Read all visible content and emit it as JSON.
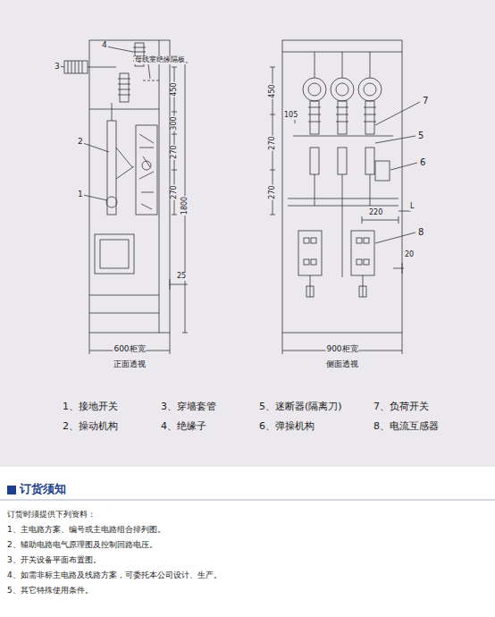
{
  "diagram": {
    "title": "订货须知",
    "labels": [
      "4",
      "3",
      "母线室绝缘隔板",
      "450",
      "2",
      "300",
      "270",
      "1",
      "270",
      "1800",
      "25",
      "600柜宽",
      "正面透视",
      "450",
      "105",
      "7",
      "5",
      "270",
      "6",
      "270",
      "220",
      "L",
      "8",
      "20",
      "900柜宽",
      "侧面透视",
      "1、接地开关",
      "3、穿墙套管",
      "5、迷断器(隔离刀)",
      "7、负荷开关",
      "2、操动机构",
      "4、绝缘子",
      "6、弹操机构",
      "8、电流互感器",
      "订货时须提供下列资料：",
      "1、主电路方案、编号或主电路组合排列图。",
      "2、辅助电路电气原理图及控制回路电压。",
      "3、开关设备平面布置图。",
      "4、如需非标主电路及线路方案，可委托本公司设计、生产。",
      "5、其它特殊使用条件。"
    ]
  }
}
